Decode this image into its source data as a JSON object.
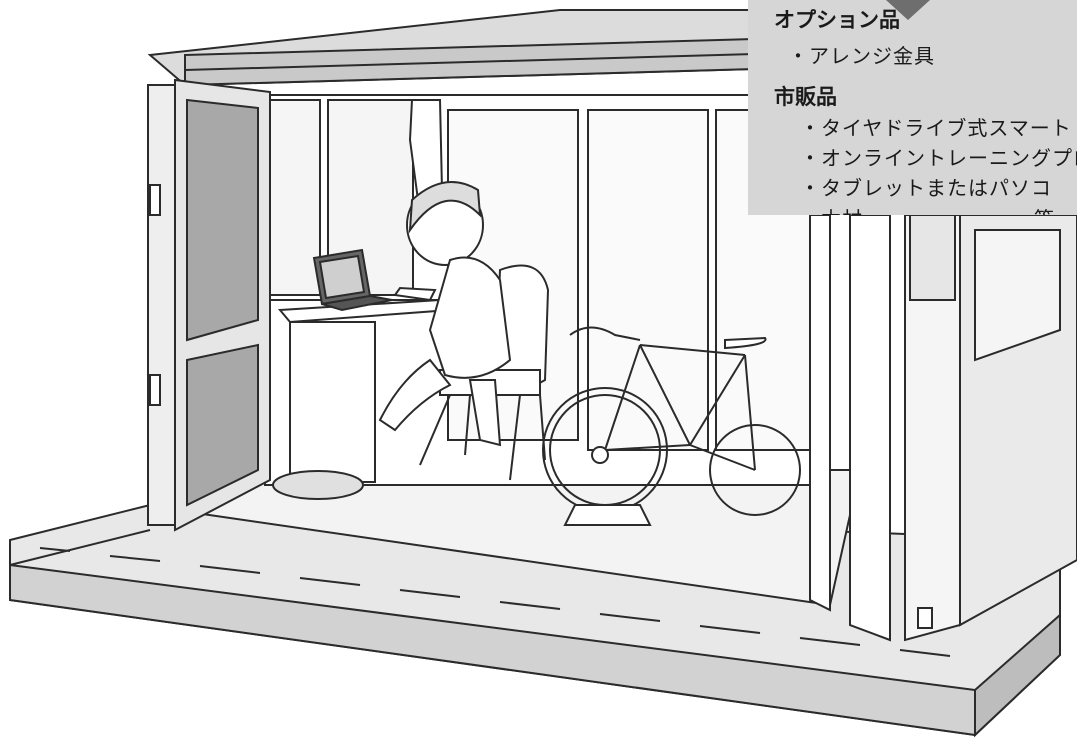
{
  "callout": {
    "options_heading": "オプション品",
    "options_items": [
      "・アレンジ金具"
    ],
    "commercial_heading": "市販品",
    "commercial_items": [
      "・タイヤドライブ式スマート",
      "・オンライントレーニングプロ",
      "・タブレットまたはパソコ",
      "・木材"
    ],
    "etc_label": "等"
  },
  "colors": {
    "box_background": "#d6d6d6",
    "pointer": "#6e6e6e",
    "outline": "#2b2b2b",
    "glass": "#e0e0e0",
    "base": "#e8e8e8"
  }
}
